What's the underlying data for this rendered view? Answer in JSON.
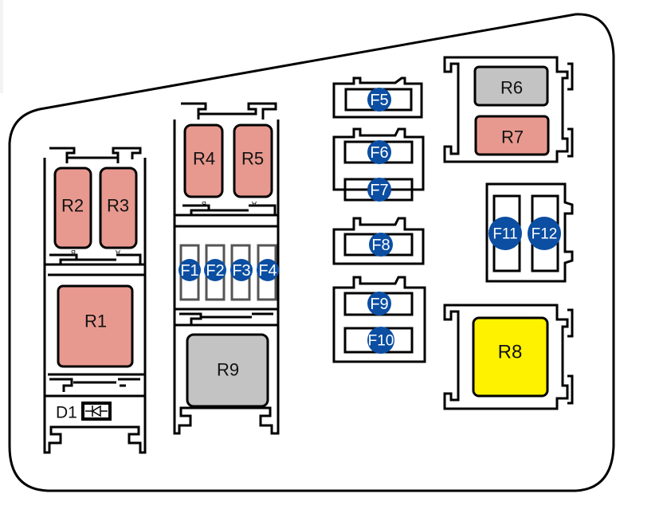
{
  "diagram": {
    "title": "Fuse and relay box layout",
    "colors": {
      "outline": "#000000",
      "relay_pink": "#e8998f",
      "relay_grey": "#c3c3c3",
      "relay_yellow": "#fff200",
      "fuse_badge": "#0b4ea2",
      "fuse_text": "#ffffff",
      "relay_text": "#111111"
    },
    "relays": [
      {
        "id": "R1",
        "label": "R1",
        "color": "pink"
      },
      {
        "id": "R2",
        "label": "R2",
        "color": "pink"
      },
      {
        "id": "R3",
        "label": "R3",
        "color": "pink"
      },
      {
        "id": "R4",
        "label": "R4",
        "color": "pink"
      },
      {
        "id": "R5",
        "label": "R5",
        "color": "pink"
      },
      {
        "id": "R6",
        "label": "R6",
        "color": "grey"
      },
      {
        "id": "R7",
        "label": "R7",
        "color": "pink"
      },
      {
        "id": "R8",
        "label": "R8",
        "color": "yellow"
      },
      {
        "id": "R9",
        "label": "R9",
        "color": "grey"
      }
    ],
    "fuses": [
      "F1",
      "F2",
      "F3",
      "F4",
      "F5",
      "F6",
      "F7",
      "F8",
      "F9",
      "F10",
      "F11",
      "F12"
    ],
    "diode": {
      "label": "D1",
      "icon": "diode-symbol"
    },
    "slot_markers": {
      "left_block": [
        "B",
        "A"
      ],
      "middle_block": [
        "B",
        "A"
      ]
    }
  }
}
